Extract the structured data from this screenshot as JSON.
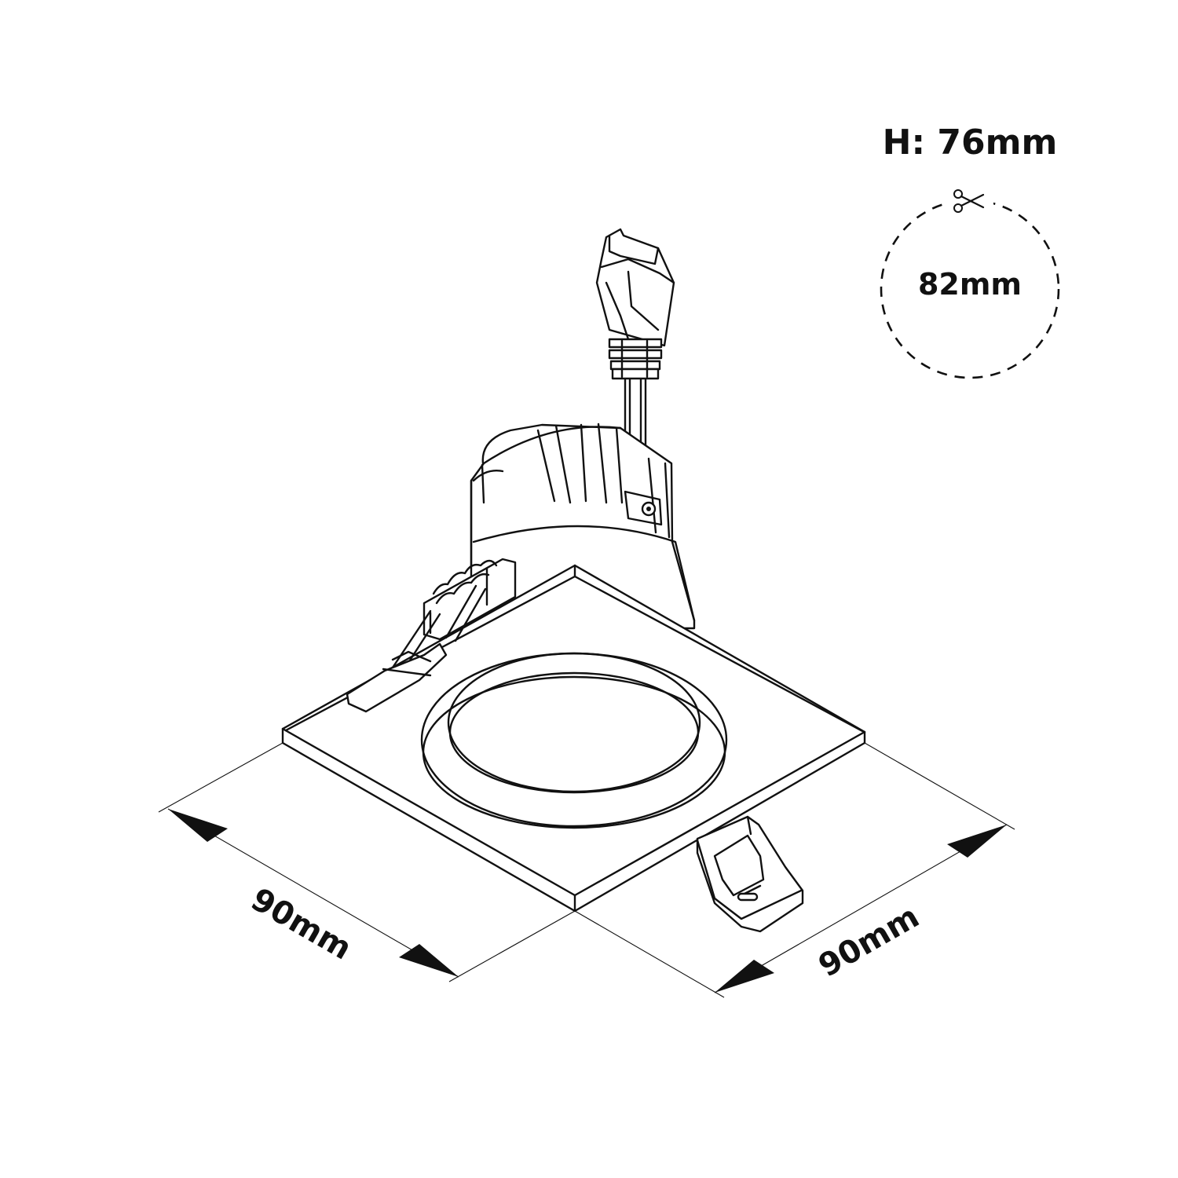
{
  "labels": {
    "height": "H: 76mm",
    "cutout": "82mm",
    "width_left": "90mm",
    "width_right": "90mm"
  },
  "icons": {
    "cut": "scissors-icon"
  },
  "colors": {
    "line": "#111111",
    "background": "#ffffff"
  }
}
